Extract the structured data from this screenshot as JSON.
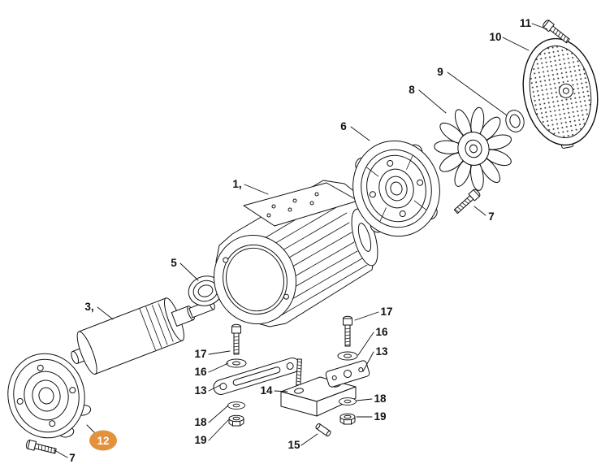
{
  "diagram": {
    "background": "#ffffff",
    "line_color": "#111111",
    "highlight_color": "#e2913c",
    "selected_part": "12",
    "description": "Exploded parts diagram of an electric motor: bearing plate, rotor, bearing, finned stator housing, end shield, cooling fan, ring, fan cover, screws and mounting hardware"
  },
  "labels": {
    "p1": "1,",
    "p3": "3,",
    "p5": "5",
    "p6": "6",
    "p7a": "7",
    "p7b": "7",
    "p8": "8",
    "p9": "9",
    "p10": "10",
    "p11": "11",
    "p12": "12",
    "p13a": "13",
    "p13b": "13",
    "p14": "14",
    "p15": "15",
    "p16a": "16",
    "p16b": "16",
    "p17a": "17",
    "p17b": "17",
    "p18a": "18",
    "p18b": "18",
    "p19a": "19",
    "p19b": "19"
  }
}
